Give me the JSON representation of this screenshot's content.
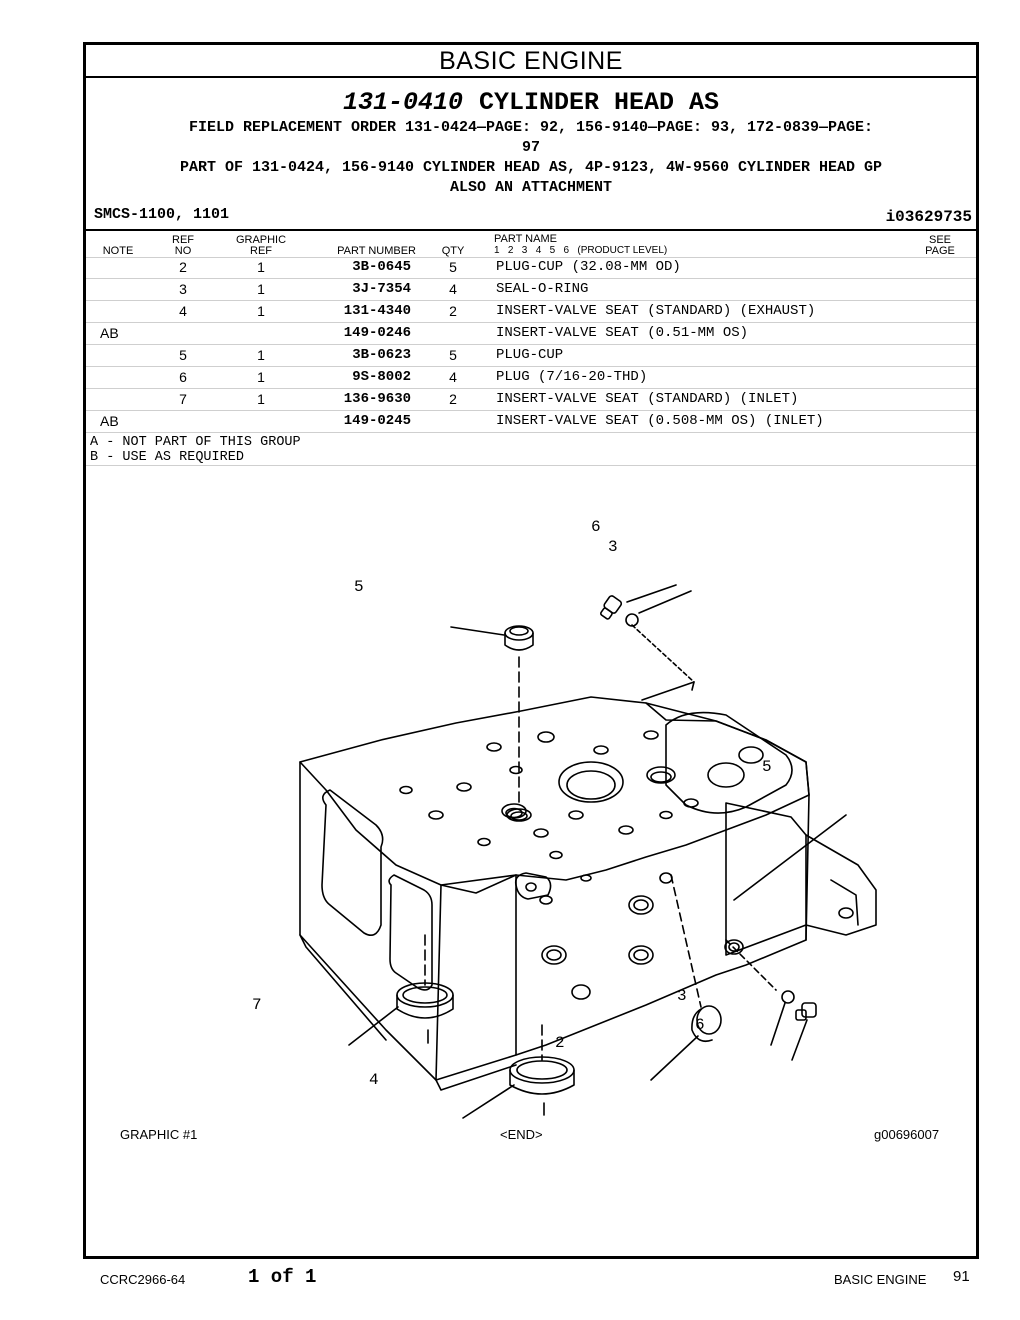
{
  "header": {
    "section": "BASIC ENGINE"
  },
  "part": {
    "number": "131-0410",
    "name": "CYLINDER HEAD AS",
    "field_replacement_line1": "FIELD REPLACEMENT ORDER  131-0424—PAGE: 92, 156-9140—PAGE: 93, 172-0839—PAGE:",
    "field_replacement_line2": "97",
    "part_of": "PART OF 131-0424, 156-9140 CYLINDER HEAD AS, 4P-9123, 4W-9560 CYLINDER HEAD GP",
    "also": "ALSO AN ATTACHMENT"
  },
  "meta": {
    "smcs": "SMCS-1100, 1101",
    "doc_id": "i03629735"
  },
  "table": {
    "headers": {
      "note": "NOTE",
      "ref_top": "REF",
      "ref_bottom": "NO",
      "graphic_top": "GRAPHIC",
      "graphic_bottom": "REF",
      "part_number": "PART NUMBER",
      "qty": "QTY",
      "part_name": "PART NAME",
      "product_level": "1   2   3   4   5   6   (PRODUCT LEVEL)",
      "see_top": "SEE",
      "see_bottom": "PAGE"
    },
    "rows": [
      {
        "note": "",
        "ref": "2",
        "gref": "1",
        "pn": "3B-0645",
        "qty": "5",
        "name": "PLUG-CUP (32.08-MM OD)"
      },
      {
        "note": "",
        "ref": "3",
        "gref": "1",
        "pn": "3J-7354",
        "qty": "4",
        "name": "SEAL-O-RING"
      },
      {
        "note": "",
        "ref": "4",
        "gref": "1",
        "pn": "131-4340",
        "qty": "2",
        "name": "INSERT-VALVE SEAT (STANDARD) (EXHAUST)"
      },
      {
        "note": "AB",
        "ref": "",
        "gref": "",
        "pn": "149-0246",
        "qty": "",
        "name": "INSERT-VALVE SEAT (0.51-MM OS)"
      },
      {
        "note": "",
        "ref": "5",
        "gref": "1",
        "pn": "3B-0623",
        "qty": "5",
        "name": "PLUG-CUP"
      },
      {
        "note": "",
        "ref": "6",
        "gref": "1",
        "pn": "9S-8002",
        "qty": "4",
        "name": "PLUG (7/16-20-THD)"
      },
      {
        "note": "",
        "ref": "7",
        "gref": "1",
        "pn": "136-9630",
        "qty": "2",
        "name": "INSERT-VALVE SEAT (STANDARD) (INLET)"
      },
      {
        "note": "AB",
        "ref": "",
        "gref": "",
        "pn": "149-0245",
        "qty": "",
        "name": "INSERT-VALVE SEAT (0.508-MM OS) (INLET)"
      }
    ]
  },
  "notes": [
    "A - NOT PART OF THIS GROUP",
    "B - USE AS REQUIRED"
  ],
  "graphic": {
    "callouts": {
      "c6a": "6",
      "c3a": "3",
      "c5a": "5",
      "c5b": "5",
      "c7": "7",
      "c4": "4",
      "c2": "2",
      "c3b": "3",
      "c6b": "6"
    },
    "caption_left": "GRAPHIC #1",
    "caption_center": "<END>",
    "caption_right": "g00696007"
  },
  "footer": {
    "code": "CCRC2966-64",
    "page_of": "1 of 1",
    "section": "BASIC ENGINE",
    "page": "91"
  }
}
